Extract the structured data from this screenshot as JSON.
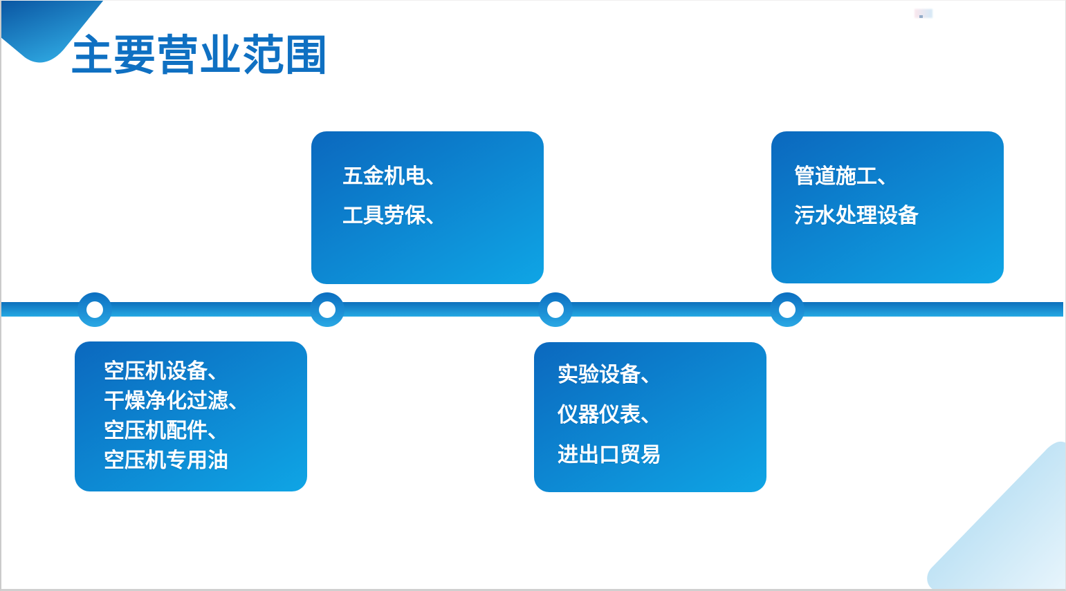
{
  "slide": {
    "title": "主要营业范围"
  },
  "colors": {
    "title_text": "#0f70c2",
    "card_gradient_start": "#0b68be",
    "card_gradient_end": "#0fa5e5",
    "card_text": "#ffffff",
    "timeline_gradient_top": "#0d70bc",
    "timeline_gradient_bottom": "#25a9e3",
    "node_ring_top": "#0b6ec0",
    "node_ring_bottom": "#2aa8e4",
    "node_center": "#ffffff",
    "corner_top_left_start": "#0a55a2",
    "corner_top_left_end": "#2fa9e2",
    "corner_bottom_right_start": "#a2d5ef",
    "corner_bottom_right_end": "#e8f5fc",
    "background": "#ffffff"
  },
  "timeline": {
    "node_count": 4
  },
  "cards": [
    {
      "name": "air-compressor",
      "position": "below-line",
      "lines": [
        "空压机设备、",
        "干燥净化过滤、",
        "空压机配件、",
        "空压机专用油"
      ]
    },
    {
      "name": "hardware-tools",
      "position": "above-line",
      "lines": [
        "五金机电、",
        "工具劳保、"
      ]
    },
    {
      "name": "lab-equipment",
      "position": "below-line",
      "lines": [
        "实验设备、",
        "仪器仪表、",
        "进出口贸易"
      ]
    },
    {
      "name": "pipeline-construction",
      "position": "above-line",
      "lines": [
        "管道施工、",
        "污水处理设备"
      ]
    }
  ]
}
